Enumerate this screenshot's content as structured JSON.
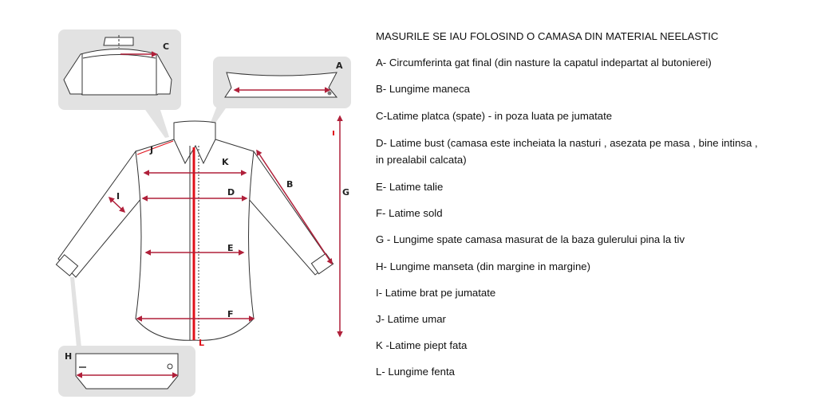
{
  "diagram": {
    "labels": {
      "A": "A",
      "B": "B",
      "C": "C",
      "D": "D",
      "E": "E",
      "F": "F",
      "G": "G",
      "H": "H",
      "I": "I",
      "J": "J",
      "K": "K",
      "L": "L"
    },
    "colors": {
      "arrow": "#b0203a",
      "placket": "#e0101a",
      "panel": "#e2e2e2",
      "outline": "#333333"
    }
  },
  "instructions": {
    "title": "MASURILE SE IAU FOLOSIND O CAMASA DIN MATERIAL NEELASTIC",
    "items": [
      "A- Circumferinta gat final (din nasture la capatul indepartat al butonierei)",
      "B- Lungime maneca",
      "C-Latime platca (spate) - in poza luata pe jumatate",
      "D- Latime bust (camasa este incheiata la nasturi , asezata pe masa , bine intinsa ,",
      "in prealabil calcata)",
      "E- Latime talie",
      "F- Latime sold",
      "G - Lungime spate camasa masurat de la baza gulerului pina la tiv",
      "H- Lungime manseta (din margine in margine)",
      "I- Latime brat pe jumatate",
      "J- Latime umar",
      "K -Latime piept fata",
      "L- Lungime fenta"
    ]
  }
}
